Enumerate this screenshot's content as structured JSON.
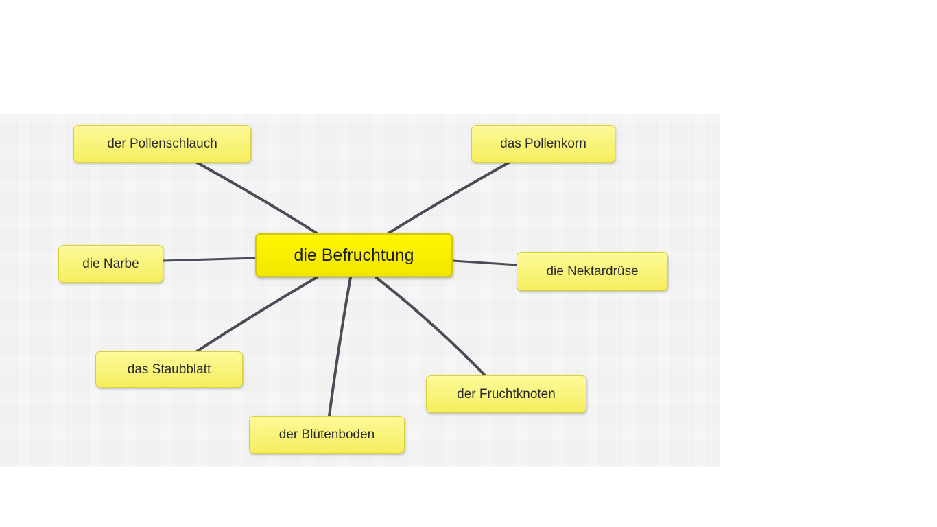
{
  "mindmap": {
    "central": "die Befruchtung",
    "branches": [
      "der Pollenschlauch",
      "das Pollenkorn",
      "die Narbe",
      "die Nektardrüse",
      "das Staubblatt",
      "der Fruchtknoten",
      "der Blütenboden"
    ]
  },
  "colors": {
    "node_fill": "#f9f47a",
    "central_fill": "#fff200",
    "link": "#4a4d58"
  }
}
